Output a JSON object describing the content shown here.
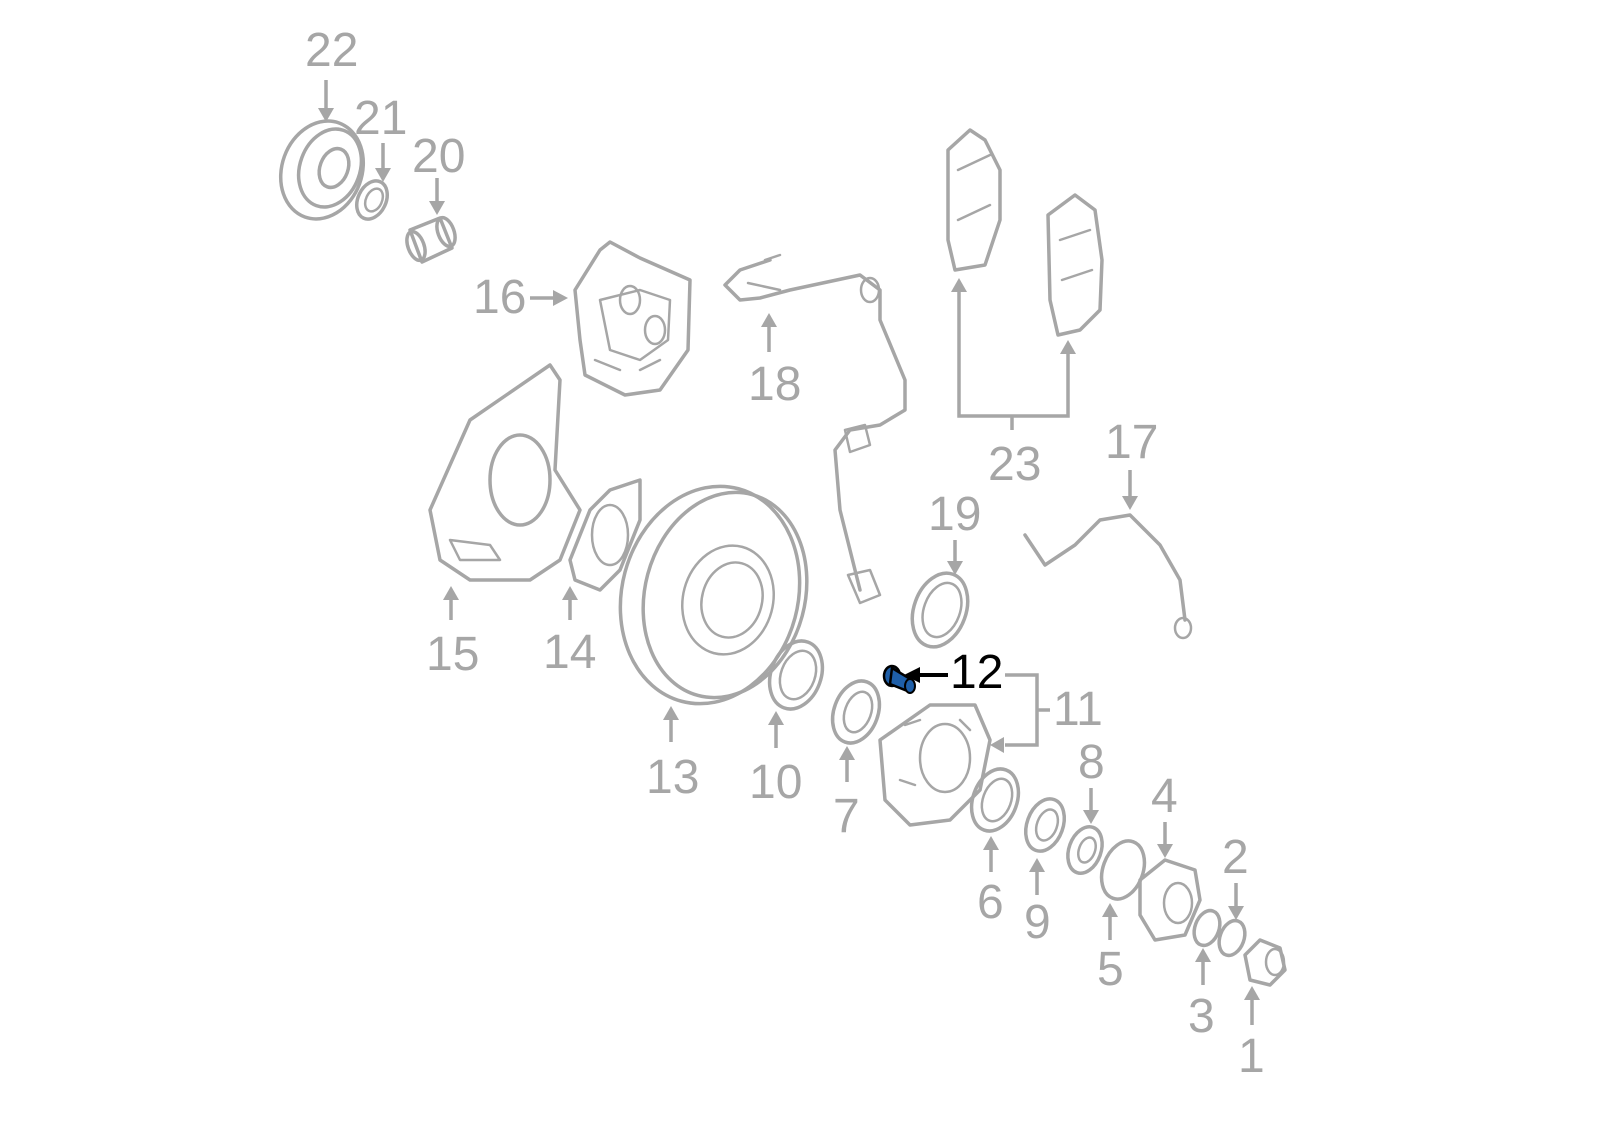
{
  "diagram": {
    "highlight_color": "#1f5fa8",
    "part_color": "#a6a6a6",
    "labels": {
      "p1": "1",
      "p2": "2",
      "p3": "3",
      "p4": "4",
      "p5": "5",
      "p6": "6",
      "p7": "7",
      "p8": "8",
      "p9": "9",
      "p10": "10",
      "p11": "11",
      "p12": "12",
      "p13": "13",
      "p14": "14",
      "p15": "15",
      "p16": "16",
      "p17": "17",
      "p18": "18",
      "p19": "19",
      "p20": "20",
      "p21": "21",
      "p22": "22",
      "p23": "23"
    }
  }
}
